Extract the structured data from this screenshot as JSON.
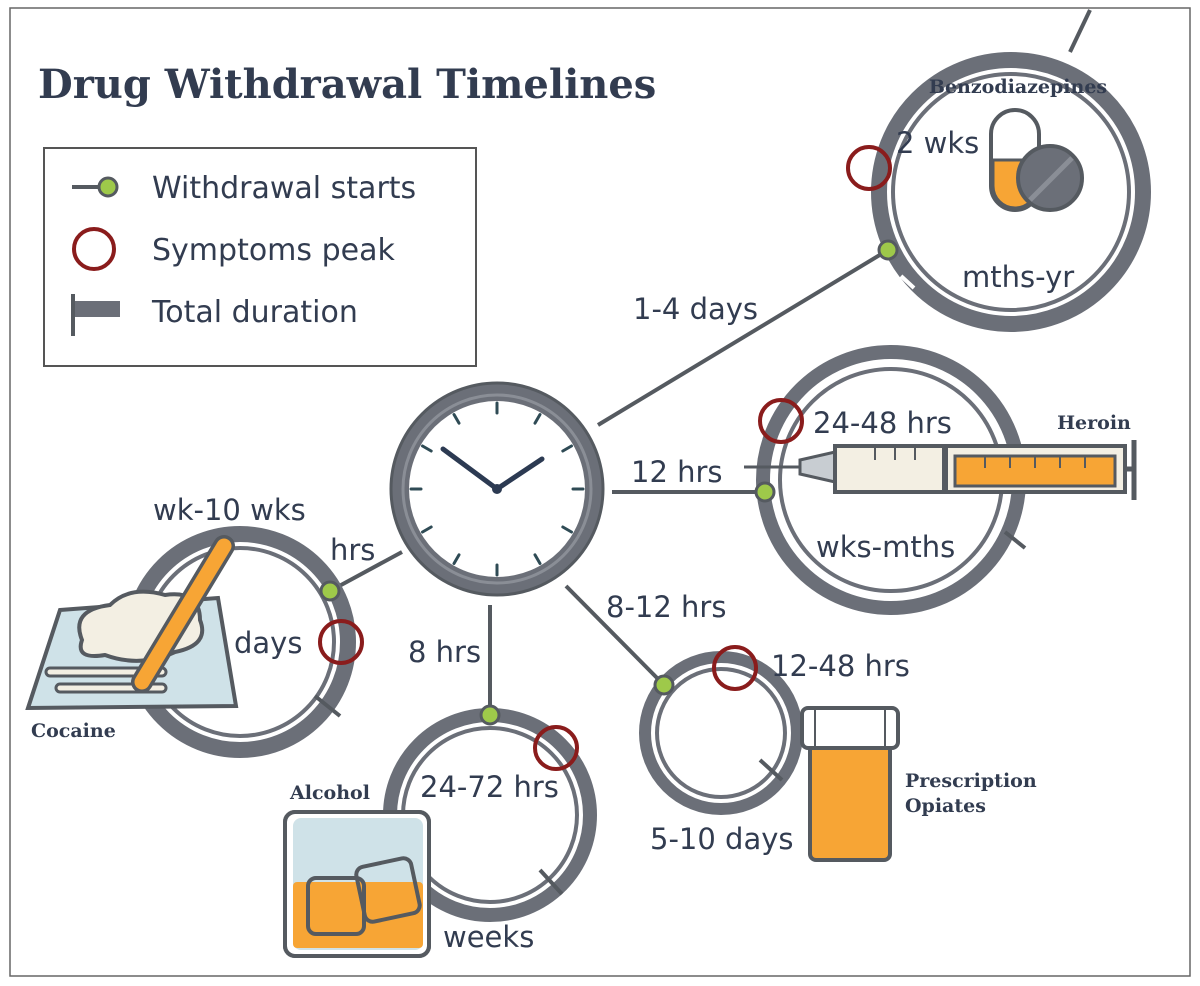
{
  "title": "Drug Withdrawal Timelines",
  "legend": {
    "withdrawal_starts": "Withdrawal starts",
    "symptoms_peak": "Symptoms peak",
    "total_duration": "Total duration"
  },
  "drugs": {
    "benzodiazepines": {
      "name": "Benzodiazepines",
      "onset": "1-4 days",
      "peak": "2 wks",
      "duration": "mths-yr"
    },
    "heroin": {
      "name": "Heroin",
      "onset": "12 hrs",
      "peak": "24-48 hrs",
      "duration": "wks-mths"
    },
    "prescription_opiates": {
      "name_line1": "Prescription",
      "name_line2": "Opiates",
      "onset": "8-12 hrs",
      "peak": "12-48 hrs",
      "duration": "5-10 days"
    },
    "alcohol": {
      "name": "Alcohol",
      "onset": "8 hrs",
      "peak": "24-72 hrs",
      "duration": "weeks"
    },
    "cocaine": {
      "name": "Cocaine",
      "onset": "hrs",
      "peak": "days",
      "duration": "wk-10 wks"
    }
  },
  "colors": {
    "ring": "#6b6f78",
    "text": "#323c50",
    "dot": "#9ec94a",
    "peak": "#8a1c1c",
    "orange": "#f7a535",
    "line": "#555a60"
  }
}
